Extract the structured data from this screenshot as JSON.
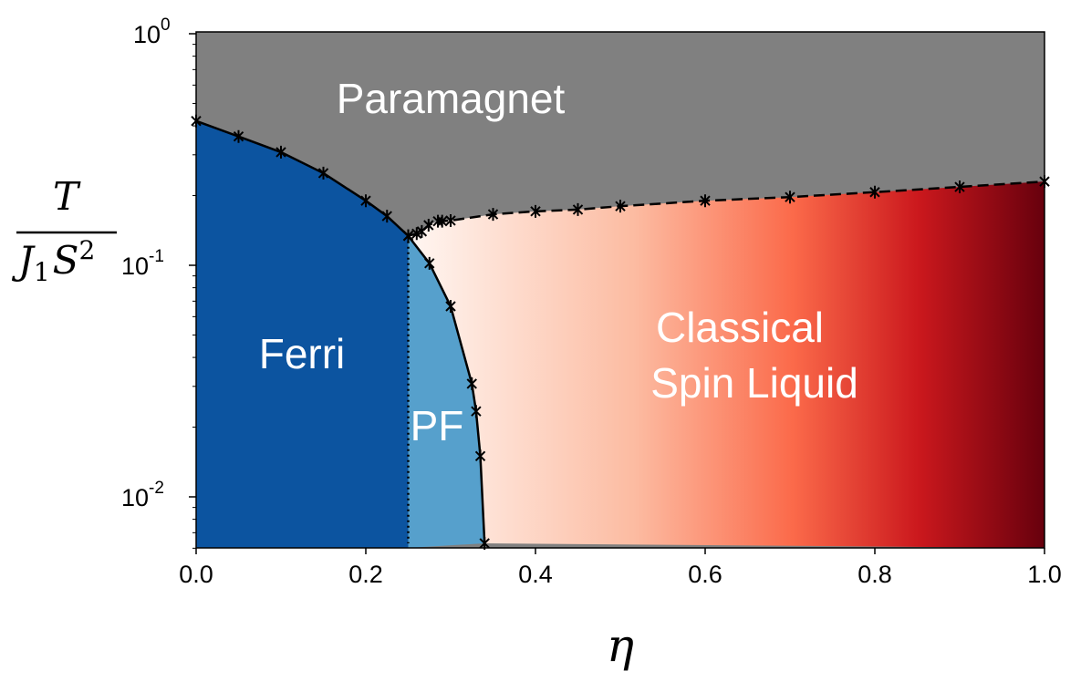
{
  "chart_data": {
    "type": "area",
    "title": "",
    "xlabel": "η",
    "ylabel": {
      "numerator": "T",
      "denominator_base": "J",
      "denominator_sub": "1",
      "denominator_mid": "S",
      "denominator_sup": "2"
    },
    "xlim": [
      0,
      1
    ],
    "ylim": [
      0.0063,
      1
    ],
    "yscale": "log",
    "xticks": [
      "0.0",
      "0.2",
      "0.4",
      "0.6",
      "0.8",
      "1.0"
    ],
    "yticks": [
      {
        "base": "10",
        "exp": "0"
      },
      {
        "base": "10",
        "exp": "-1"
      },
      {
        "base": "10",
        "exp": "-2"
      }
    ],
    "regions": [
      {
        "name": "Paramagnet",
        "lines": [
          "Paramagnet"
        ],
        "color": "#808080"
      },
      {
        "name": "Ferri",
        "lines": [
          "Ferri"
        ],
        "color": "#0c54a0"
      },
      {
        "name": "PF",
        "lines": [
          "PF"
        ],
        "color": "#56a0cc"
      },
      {
        "name": "Classical Spin Liquid",
        "lines": [
          "Classical",
          "Spin Liquid"
        ],
        "gradient": [
          "#fff5f0",
          "#fcbba1",
          "#fb6a4a",
          "#cb181d",
          "#67000d"
        ]
      }
    ],
    "series": [
      {
        "name": "Ferri-Paramagnet boundary",
        "style": "solid",
        "x": [
          0,
          0.05,
          0.1,
          0.15,
          0.2,
          0.225,
          0.25
        ],
        "y": [
          0.42,
          0.36,
          0.308,
          0.25,
          0.19,
          0.163,
          0.134
        ]
      },
      {
        "name": "PF boundary",
        "style": "solid",
        "x": [
          0.25,
          0.275,
          0.3,
          0.325,
          0.33,
          0.335,
          0.34
        ],
        "y": [
          0.134,
          0.102,
          0.0665,
          0.0308,
          0.0234,
          0.015,
          0.0063
        ]
      },
      {
        "name": "Spin liquid crossover",
        "style": "dashed",
        "x": [
          0.25,
          0.26,
          0.266,
          0.274,
          0.285,
          0.29,
          0.3,
          0.35,
          0.4,
          0.45,
          0.5,
          0.6,
          0.7,
          0.8,
          0.9,
          1.0
        ],
        "y": [
          0.134,
          0.137,
          0.14,
          0.149,
          0.155,
          0.155,
          0.156,
          0.166,
          0.171,
          0.174,
          0.18,
          0.19,
          0.197,
          0.207,
          0.218,
          0.23
        ]
      },
      {
        "name": "Ferri-PF boundary",
        "style": "dotted",
        "x": [
          0.25,
          0.25
        ],
        "y": [
          0.134,
          0.0063
        ]
      }
    ]
  }
}
